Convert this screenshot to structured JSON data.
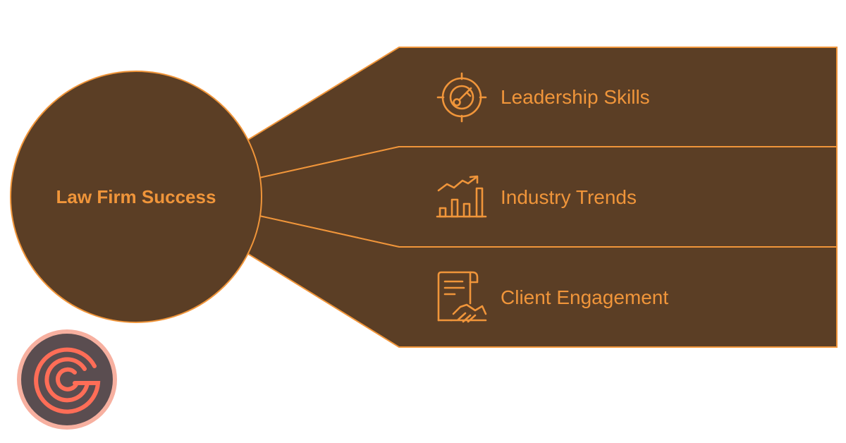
{
  "colors": {
    "fill": "#5b3e25",
    "accent": "#f0953a",
    "logo_bg": "#5a4d50",
    "logo_ring": "#f7b0a0",
    "logo_mark": "#ff6d57"
  },
  "center": {
    "label": "Law Firm Success"
  },
  "branches": [
    {
      "label": "Leadership Skills",
      "icon": "target-key-icon"
    },
    {
      "label": "Industry Trends",
      "icon": "bar-chart-trend-icon"
    },
    {
      "label": "Client Engagement",
      "icon": "contract-handshake-icon"
    }
  ],
  "logo": {
    "icon": "g-logo-icon"
  }
}
